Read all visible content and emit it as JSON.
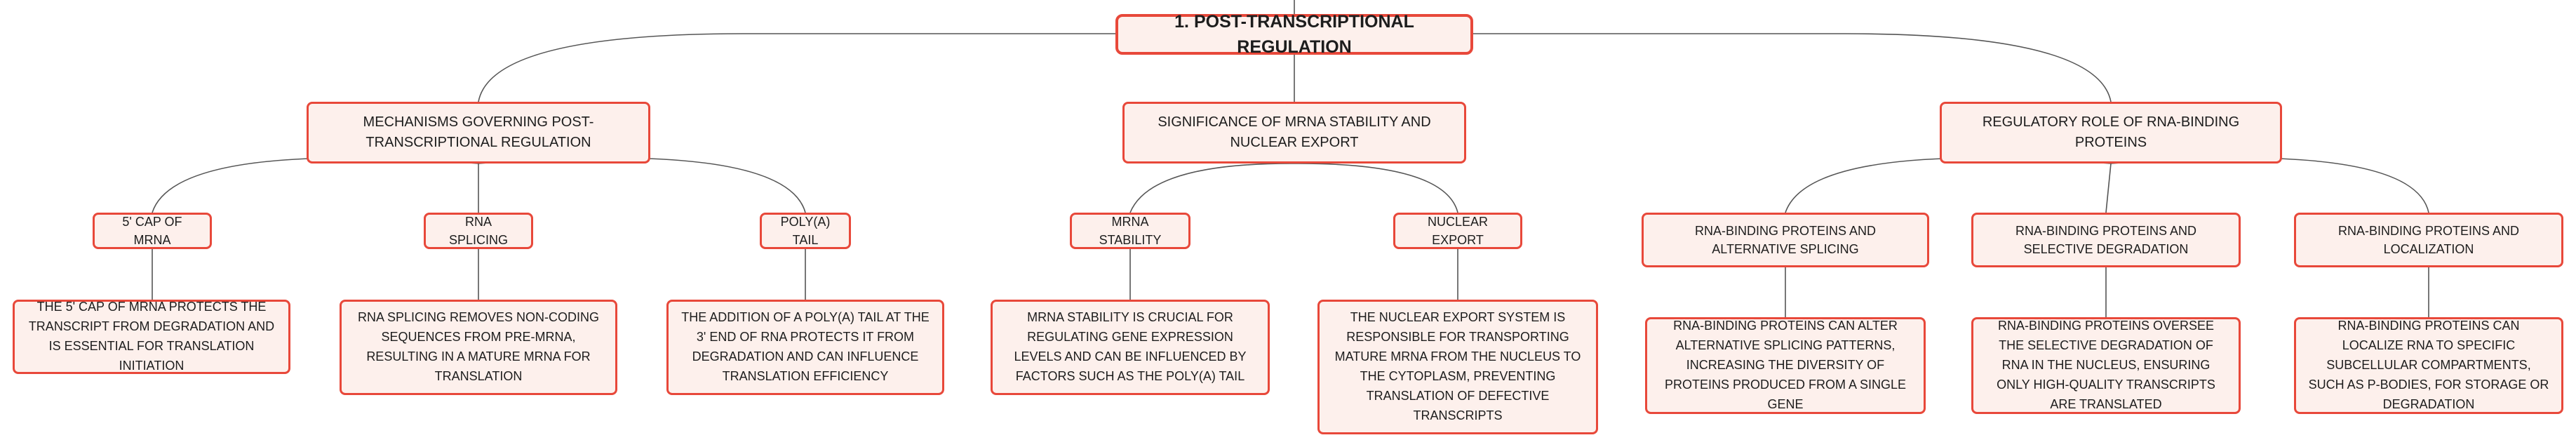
{
  "colors": {
    "node_border": "#e8483a",
    "node_fill": "#fdf0ec",
    "connector": "#555555",
    "text": "#1d1d1d"
  },
  "root": {
    "label": "1. POST-TRANSCRIPTIONAL REGULATION"
  },
  "branches": [
    {
      "label": "MECHANISMS GOVERNING POST-TRANSCRIPTIONAL REGULATION",
      "children": [
        {
          "label": "5' CAP OF MRNA",
          "detail": "THE 5' CAP OF MRNA PROTECTS THE TRANSCRIPT FROM DEGRADATION AND IS ESSENTIAL FOR TRANSLATION INITIATION"
        },
        {
          "label": "RNA SPLICING",
          "detail": "RNA SPLICING REMOVES NON-CODING SEQUENCES FROM PRE-MRNA, RESULTING IN A MATURE MRNA FOR TRANSLATION"
        },
        {
          "label": "POLY(A) TAIL",
          "detail": "THE ADDITION OF A POLY(A) TAIL AT THE 3' END OF RNA PROTECTS IT FROM DEGRADATION AND CAN INFLUENCE TRANSLATION EFFICIENCY"
        }
      ]
    },
    {
      "label": "SIGNIFICANCE OF MRNA STABILITY AND NUCLEAR EXPORT",
      "children": [
        {
          "label": "MRNA STABILITY",
          "detail": "MRNA STABILITY IS CRUCIAL FOR REGULATING GENE EXPRESSION LEVELS AND CAN BE INFLUENCED BY FACTORS SUCH AS THE POLY(A) TAIL"
        },
        {
          "label": "NUCLEAR EXPORT",
          "detail": "THE NUCLEAR EXPORT SYSTEM IS RESPONSIBLE FOR TRANSPORTING MATURE MRNA FROM THE NUCLEUS TO THE CYTOPLASM, PREVENTING TRANSLATION OF DEFECTIVE TRANSCRIPTS"
        }
      ]
    },
    {
      "label": "REGULATORY ROLE OF RNA-BINDING PROTEINS",
      "children": [
        {
          "label": "RNA-BINDING PROTEINS AND ALTERNATIVE SPLICING",
          "detail": "RNA-BINDING PROTEINS CAN ALTER ALTERNATIVE SPLICING PATTERNS, INCREASING THE DIVERSITY OF PROTEINS PRODUCED FROM A SINGLE GENE"
        },
        {
          "label": "RNA-BINDING PROTEINS AND SELECTIVE DEGRADATION",
          "detail": "RNA-BINDING PROTEINS OVERSEE THE SELECTIVE DEGRADATION OF RNA IN THE NUCLEUS, ENSURING ONLY HIGH-QUALITY TRANSCRIPTS ARE TRANSLATED"
        },
        {
          "label": "RNA-BINDING PROTEINS AND LOCALIZATION",
          "detail": "RNA-BINDING PROTEINS CAN LOCALIZE RNA TO SPECIFIC SUBCELLULAR COMPARTMENTS, SUCH AS P-BODIES, FOR STORAGE OR DEGRADATION"
        }
      ]
    }
  ]
}
